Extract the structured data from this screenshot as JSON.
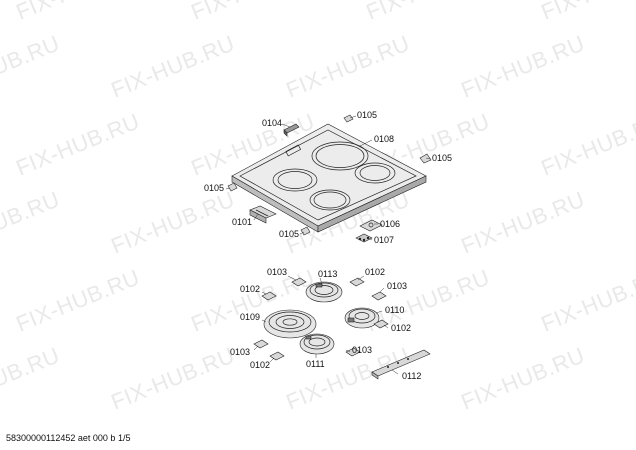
{
  "watermark": {
    "text": "FIX-HUB.RU",
    "color": "#e9e9e9"
  },
  "footer": {
    "text": "58300000112452 aet 000 b 1/5"
  },
  "callouts": {
    "c0104": "0104",
    "c0105a": "0105",
    "c0108": "0108",
    "c0105b": "0105",
    "c0105c": "0105",
    "c0101": "0101",
    "c0105d": "0105",
    "c0106": "0106",
    "c0107": "0107",
    "c0103a": "0103",
    "c0113": "0113",
    "c0102a": "0102",
    "c0102b": "0102",
    "c0103b": "0103",
    "c0109": "0109",
    "c0110": "0110",
    "c0102c": "0102",
    "c0103c": "0103",
    "c0103d": "0103",
    "c0102d": "0102",
    "c0111": "0111",
    "c0112": "0112"
  }
}
